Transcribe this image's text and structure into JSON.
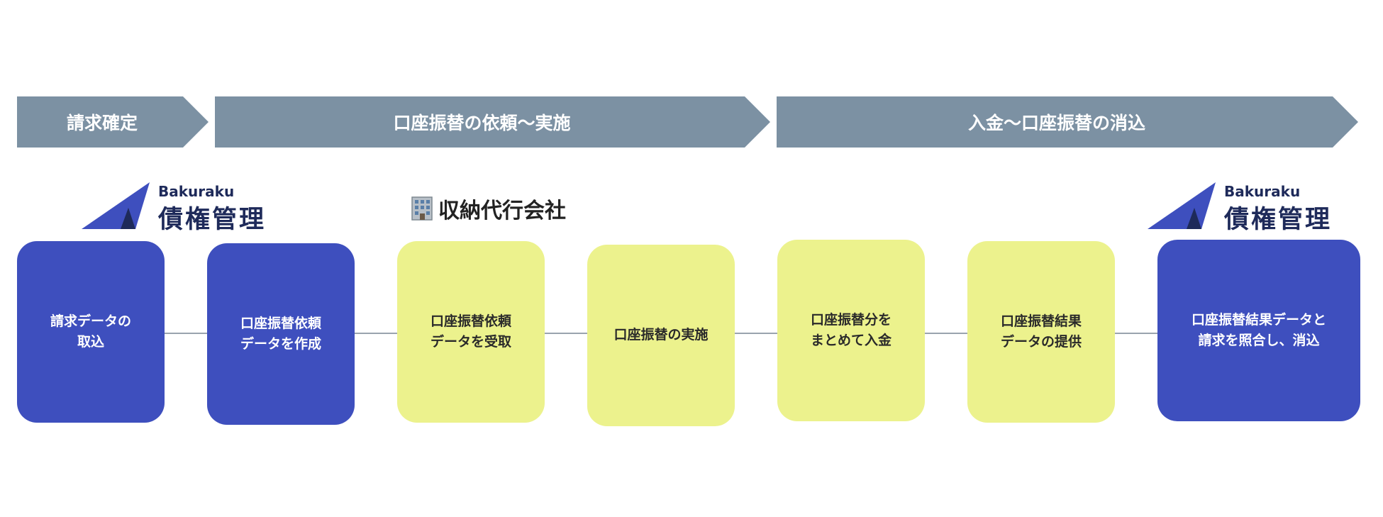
{
  "colors": {
    "phase_arrow": "#7c91a3",
    "bakuraku_step": "#3e4fbe",
    "agency_step": "#ecf28d",
    "logo_dark": "#1e2a5a",
    "logo_blue": "#3e4fbe"
  },
  "phases": [
    {
      "label": "請求確定"
    },
    {
      "label": "口座振替の依頼〜実施"
    },
    {
      "label": "入金〜口座振替の消込"
    }
  ],
  "logos": [
    {
      "brand": "Bakuraku",
      "product": "債権管理",
      "icon": "bakuraku-mountain-logo"
    },
    {
      "brand": "Bakuraku",
      "product": "債権管理",
      "icon": "bakuraku-mountain-logo"
    }
  ],
  "agency": {
    "icon": "office-building-icon",
    "label": "収納代行会社"
  },
  "steps": [
    {
      "text": "請求データの\n取込",
      "actor": "bakuraku"
    },
    {
      "text": "口座振替依頼\nデータを作成",
      "actor": "bakuraku"
    },
    {
      "text": "口座振替依頼\nデータを受取",
      "actor": "agency"
    },
    {
      "text": "口座振替の実施",
      "actor": "agency"
    },
    {
      "text": "口座振替分を\nまとめて入金",
      "actor": "agency"
    },
    {
      "text": "口座振替結果\nデータの提供",
      "actor": "agency"
    },
    {
      "text": "口座振替結果データと\n請求を照合し、消込",
      "actor": "bakuraku"
    }
  ]
}
